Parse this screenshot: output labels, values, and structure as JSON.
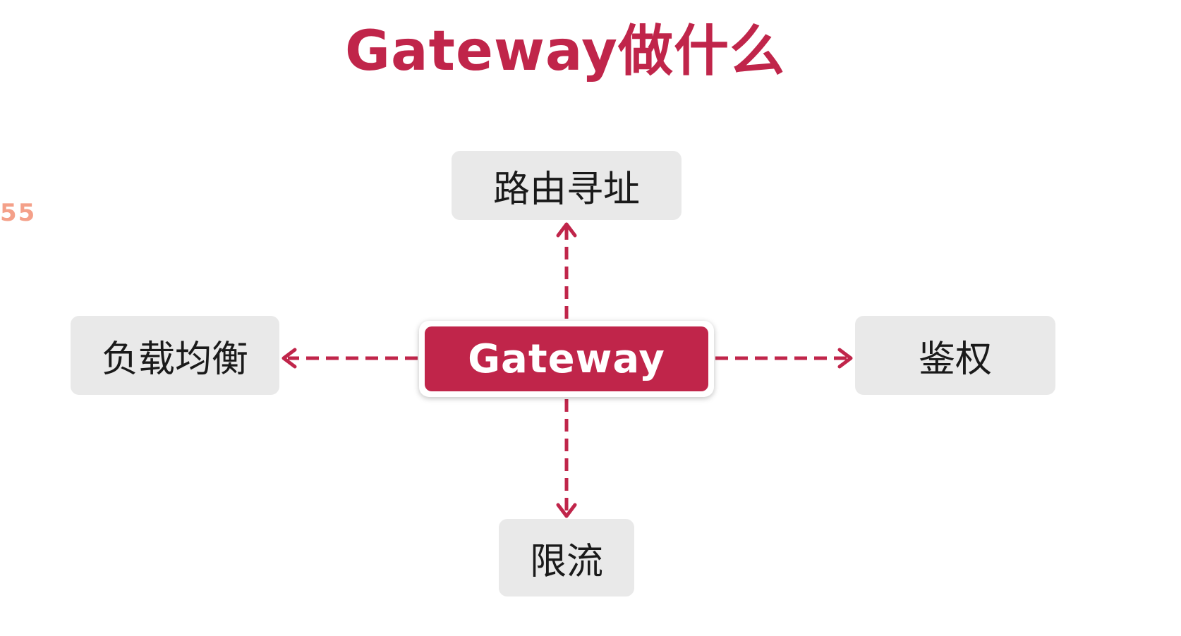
{
  "title": "Gateway做什么",
  "side_number": "55",
  "diagram": {
    "center": "Gateway",
    "nodes": {
      "top": "路由寻址",
      "left": "负载均衡",
      "right": "鉴权",
      "bottom": "限流"
    }
  },
  "colors": {
    "accent": "#c0254a",
    "node_bg": "#e9e9e9",
    "side_number": "#f4a089"
  }
}
